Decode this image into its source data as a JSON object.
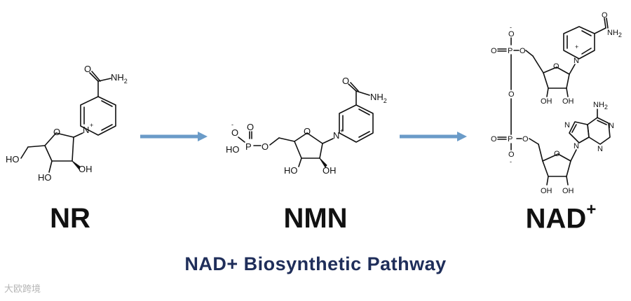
{
  "molecules": [
    {
      "name": "NR",
      "sup": ""
    },
    {
      "name": "NMN",
      "sup": ""
    },
    {
      "name": "NAD",
      "sup": "+"
    }
  ],
  "title": "NAD+ Biosynthetic Pathway",
  "watermark": "大欧跨境",
  "labels": {
    "amide": "NH",
    "amide_sub": "2",
    "amine": "NH",
    "amine_sub": "2",
    "oxygen": "O",
    "hydroxyl": "OH",
    "hydroxyl_left": "HO",
    "nitrogen": "N",
    "phosphorus": "P",
    "charge_pos": "+",
    "charge_neg": "-"
  },
  "colors": {
    "arrow": "#6a9bc8",
    "title": "#1f2e5a"
  }
}
